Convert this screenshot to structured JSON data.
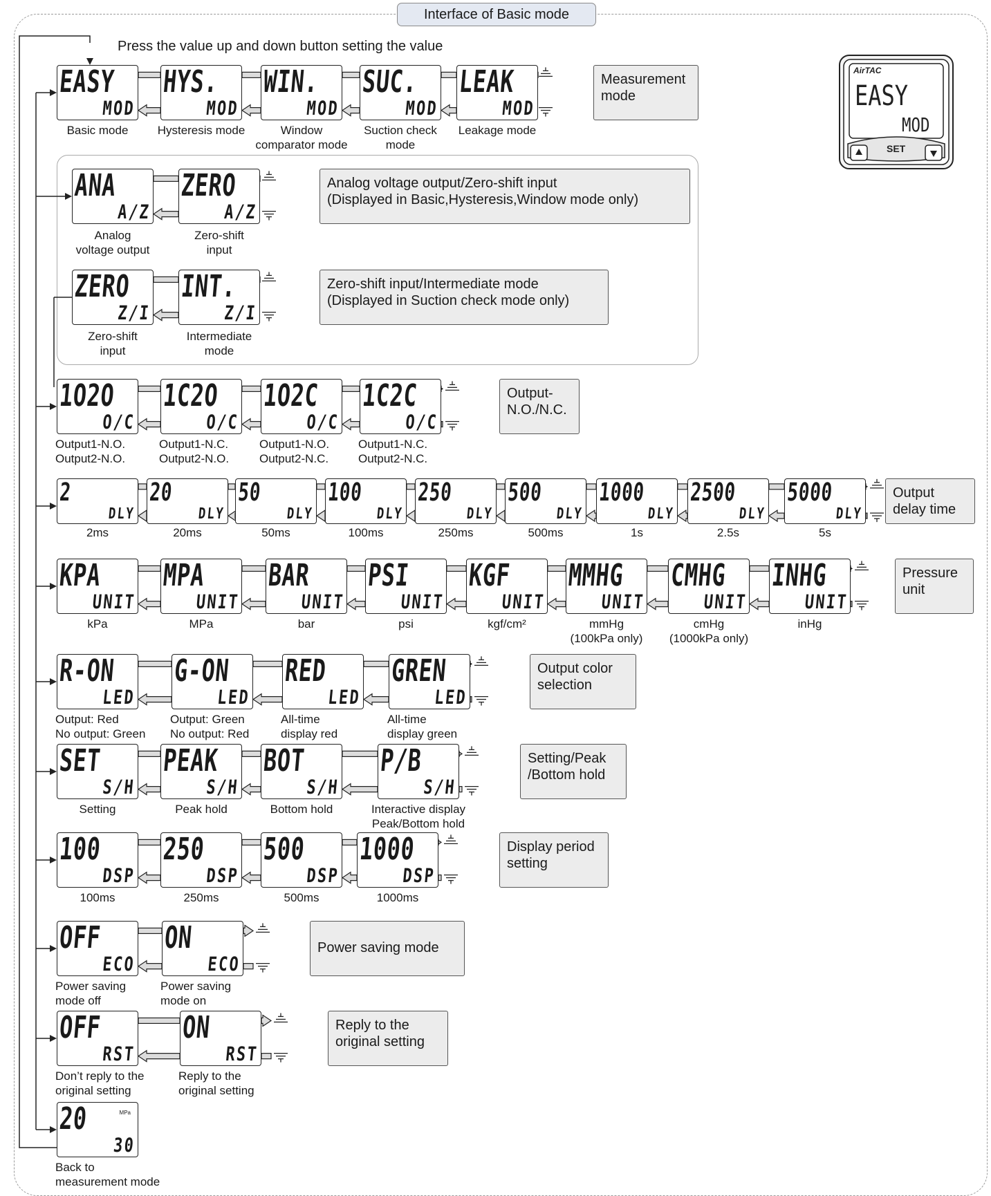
{
  "title": "Interface of Basic mode",
  "headline": "Press the value up and down button setting the value",
  "colors": {
    "label_bg": "#ececec",
    "title_bg": "#e4e9f2",
    "arrow_fill": "#dcdcdc",
    "stroke": "#222222"
  },
  "icons": {
    "next": "up-stack-icon",
    "prev": "down-stack-icon"
  },
  "device": {
    "brand": "AirTAC",
    "top": "EASY",
    "bottom": "MOD",
    "button": "SET"
  },
  "rows": [
    {
      "label": "Measurement mode",
      "items": [
        {
          "top": "EASY",
          "bot": "MOD",
          "cap": "Basic mode"
        },
        {
          "top": "HYS.",
          "bot": "MOD",
          "cap": "Hysteresis mode"
        },
        {
          "top": "WIN.",
          "bot": "MOD",
          "cap": "Window comparator mode"
        },
        {
          "top": "SUC.",
          "bot": "MOD",
          "cap": "Suction check mode"
        },
        {
          "top": "LEAK",
          "bot": "MOD",
          "cap": "Leakage mode"
        }
      ]
    },
    {
      "label": "Analog voltage output/Zero-shift input (Displayed in Basic,Hysteresis,Window mode only)",
      "items": [
        {
          "top": "ANA",
          "bot": "A/Z",
          "cap": "Analog voltage output"
        },
        {
          "top": "ZERO",
          "bot": "A/Z",
          "cap": "Zero-shift input"
        }
      ]
    },
    {
      "label": "Zero-shift input/Intermediate mode (Displayed in Suction check mode only)",
      "items": [
        {
          "top": "ZERO",
          "bot": "Z/I",
          "cap": "Zero-shift input"
        },
        {
          "top": "INT.",
          "bot": "Z/I",
          "cap": "Intermediate mode"
        }
      ]
    },
    {
      "label": "Output- N.O./N.C.",
      "items": [
        {
          "top": "1O2O",
          "bot": "O/C",
          "cap": "Output1-N.O. Output2-N.O."
        },
        {
          "top": "1C2O",
          "bot": "O/C",
          "cap": "Output1-N.C. Output2-N.O."
        },
        {
          "top": "1O2C",
          "bot": "O/C",
          "cap": "Output1-N.O. Output2-N.C."
        },
        {
          "top": "1C2C",
          "bot": "O/C",
          "cap": "Output1-N.C. Output2-N.C."
        }
      ]
    },
    {
      "label": "Output delay time",
      "items": [
        {
          "top": "2",
          "bot": "DLY",
          "cap": "2ms"
        },
        {
          "top": "20",
          "bot": "DLY",
          "cap": "20ms"
        },
        {
          "top": "50",
          "bot": "DLY",
          "cap": "50ms"
        },
        {
          "top": "100",
          "bot": "DLY",
          "cap": "100ms"
        },
        {
          "top": "250",
          "bot": "DLY",
          "cap": "250ms"
        },
        {
          "top": "500",
          "bot": "DLY",
          "cap": "500ms"
        },
        {
          "top": "1000",
          "bot": "DLY",
          "cap": "1s"
        },
        {
          "top": "2500",
          "bot": "DLY",
          "cap": "2.5s"
        },
        {
          "top": "5000",
          "bot": "DLY",
          "cap": "5s"
        }
      ]
    },
    {
      "label": "Pressure unit",
      "items": [
        {
          "top": "KPA",
          "bot": "UNIT",
          "cap": "kPa"
        },
        {
          "top": "MPA",
          "bot": "UNIT",
          "cap": "MPa"
        },
        {
          "top": "BAR",
          "bot": "UNIT",
          "cap": "bar"
        },
        {
          "top": "PSI",
          "bot": "UNIT",
          "cap": "psi"
        },
        {
          "top": "KGF",
          "bot": "UNIT",
          "cap": "kgf/cm²"
        },
        {
          "top": "MMHG",
          "bot": "UNIT",
          "cap": "mmHg (100kPa only)"
        },
        {
          "top": "CMHG",
          "bot": "UNIT",
          "cap": "cmHg (1000kPa only)"
        },
        {
          "top": "INHG",
          "bot": "UNIT",
          "cap": "inHg"
        }
      ]
    },
    {
      "label": "Output color selection",
      "items": [
        {
          "top": "R-ON",
          "bot": "LED",
          "cap": "Output: Red No output: Green"
        },
        {
          "top": "G-ON",
          "bot": "LED",
          "cap": "Output: Green No output: Red"
        },
        {
          "top": "RED",
          "bot": "LED",
          "cap": "All-time display red"
        },
        {
          "top": "GREN",
          "bot": "LED",
          "cap": "All-time display green"
        }
      ]
    },
    {
      "label": "Setting/Peak /Bottom hold",
      "items": [
        {
          "top": "SET",
          "bot": "S/H",
          "cap": "Setting"
        },
        {
          "top": "PEAK",
          "bot": "S/H",
          "cap": "Peak hold"
        },
        {
          "top": "BOT",
          "bot": "S/H",
          "cap": "Bottom hold"
        },
        {
          "top": "P/B",
          "bot": "S/H",
          "cap": "Interactive display Peak/Bottom hold"
        }
      ]
    },
    {
      "label": "Display period setting",
      "items": [
        {
          "top": "100",
          "bot": "DSP",
          "cap": "100ms"
        },
        {
          "top": "250",
          "bot": "DSP",
          "cap": "250ms"
        },
        {
          "top": "500",
          "bot": "DSP",
          "cap": "500ms"
        },
        {
          "top": "1000",
          "bot": "DSP",
          "cap": "1000ms"
        }
      ]
    },
    {
      "label": "Power saving mode",
      "items": [
        {
          "top": "OFF",
          "bot": "ECO",
          "cap": "Power saving mode off"
        },
        {
          "top": "ON",
          "bot": "ECO",
          "cap": "Power saving mode on"
        }
      ]
    },
    {
      "label": "Reply to the original setting",
      "items": [
        {
          "top": "OFF",
          "bot": "RST",
          "cap": "Don’t reply to the original setting"
        },
        {
          "top": "ON",
          "bot": "RST",
          "cap": "Reply to the original setting"
        }
      ]
    },
    {
      "label": "",
      "items": [
        {
          "top": "20",
          "bot": "30",
          "unit": "MPa",
          "cap": "Back to measurement mode"
        }
      ]
    }
  ]
}
